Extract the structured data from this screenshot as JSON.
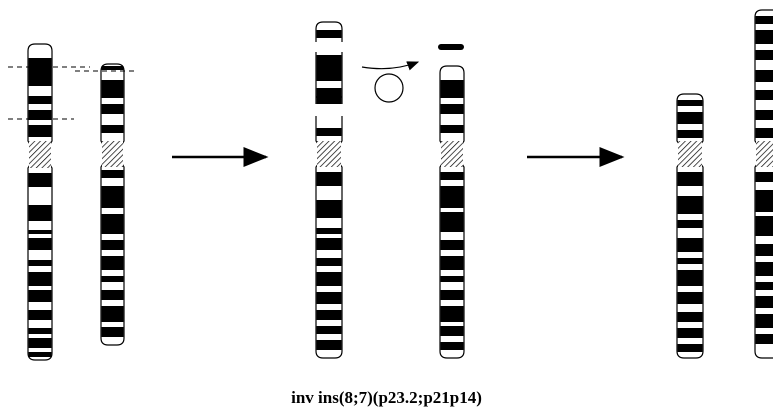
{
  "figure": {
    "caption": "inv ins(8;7)(p23.2;p21p14)"
  },
  "colors": {
    "ink": "#000000",
    "paper": "#ffffff"
  },
  "elements": {
    "chromosomes": [
      "chromosome-8-normal",
      "chromosome-7-normal",
      "chromosome-8-broken",
      "chromosome-7-deleted",
      "chromosome-8-derivative",
      "chromosome-7-derivative"
    ],
    "arrows": [
      "arrow-step-1",
      "arrow-step-2"
    ],
    "inversion_symbol": "inversion-loop-arrow"
  }
}
